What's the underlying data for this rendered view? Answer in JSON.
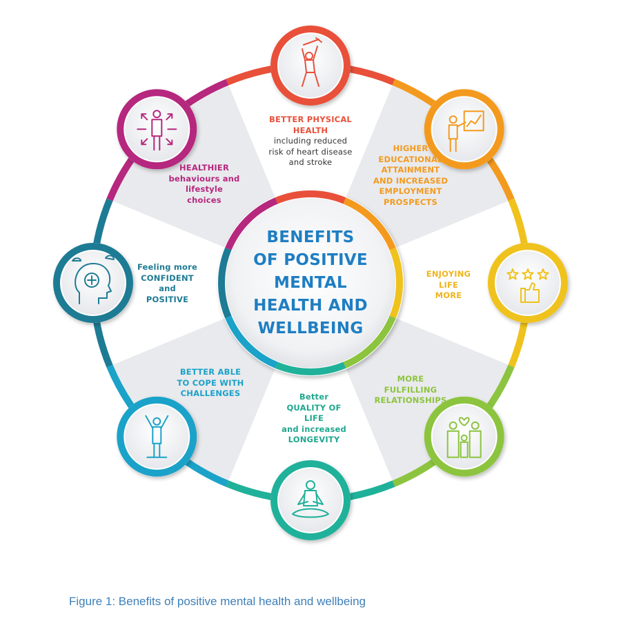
{
  "center": {
    "lines": [
      "BENEFITS",
      "OF POSITIVE",
      "MENTAL",
      "HEALTH AND",
      "WELLBEING"
    ]
  },
  "segments": [
    {
      "id": "physical",
      "color": "#e8503a",
      "icon": "exercise-person-icon",
      "title_lines": [
        "BETTER PHYSICAL",
        "HEALTH"
      ],
      "sub_lines": [
        "including reduced",
        "risk of heart disease",
        "and stroke"
      ]
    },
    {
      "id": "education",
      "color": "#f39a1e",
      "icon": "teacher-chart-icon",
      "title_lines": [
        "HIGHER",
        "EDUCATIONAL",
        "ATTAINMENT",
        "AND INCREASED",
        "EMPLOYMENT",
        "PROSPECTS"
      ],
      "sub_lines": []
    },
    {
      "id": "enjoying",
      "color": "#efc21d",
      "icon": "stars-thumbs-up-icon",
      "title_lines": [
        "ENJOYING",
        "LIFE",
        "MORE"
      ],
      "sub_lines": []
    },
    {
      "id": "relationships",
      "color": "#8cc43f",
      "icon": "family-heart-icon",
      "title_lines": [
        "MORE",
        "FULFILLING",
        "RELATIONSHIPS"
      ],
      "sub_lines": []
    },
    {
      "id": "quality",
      "color": "#20b19a",
      "icon": "meditation-icon",
      "title_lines": [
        "Better",
        "QUALITY OF",
        "LIFE",
        "and increased",
        "LONGEVITY"
      ],
      "sub_lines": []
    },
    {
      "id": "cope",
      "color": "#1ba2c9",
      "icon": "arms-raised-person-icon",
      "title_lines": [
        "BETTER ABLE",
        "TO COPE WITH",
        "CHALLENGES"
      ],
      "sub_lines": []
    },
    {
      "id": "confident",
      "color": "#1e7b94",
      "icon": "head-mind-icon",
      "title_lines": [
        "Feeling more",
        "CONFIDENT",
        "and",
        "POSITIVE"
      ],
      "sub_lines": []
    },
    {
      "id": "behaviours",
      "color": "#b6277e",
      "icon": "person-arrows-icon",
      "title_lines": [
        "HEALTHIER",
        "behaviours and",
        "lifestyle",
        "choices"
      ],
      "sub_lines": []
    }
  ],
  "caption": "Figure 1: Benefits of positive mental health and wellbeing"
}
